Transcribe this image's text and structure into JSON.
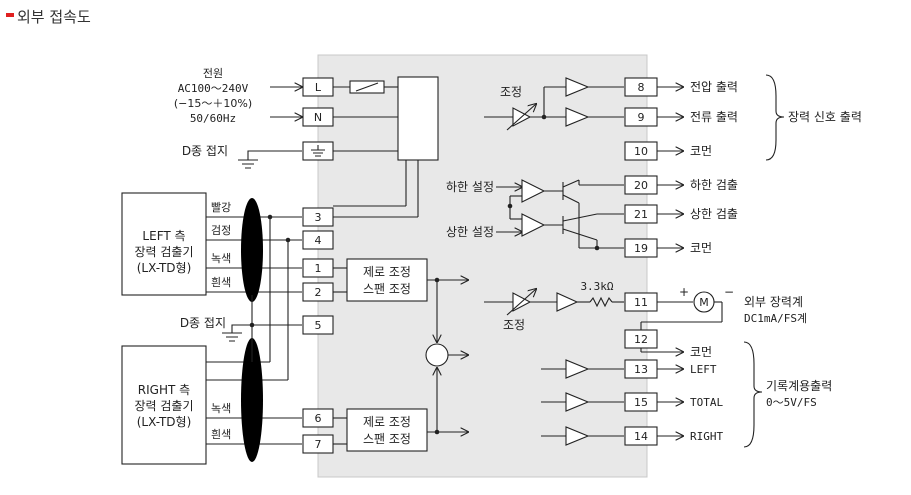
{
  "header": {
    "title": "외부 접속도"
  },
  "power": {
    "label": "전원",
    "voltage": "AC100〜240V",
    "tolerance": "(−15〜＋10%)",
    "frequency": "50/60Hz",
    "ground": "D종 접지"
  },
  "terminals": [
    "L",
    "N",
    "1",
    "2",
    "3",
    "4",
    "5",
    "6",
    "7",
    "8",
    "9",
    "10",
    "11",
    "12",
    "13",
    "14",
    "15",
    "19",
    "20",
    "21"
  ],
  "left_detector": {
    "line1": "LEFT 측",
    "line2": "장력 검출기",
    "line3": "(LX-TD형)"
  },
  "right_detector": {
    "line1": "RIGHT 측",
    "line2": "장력 검출기",
    "line3": "(LX-TD형)"
  },
  "wires": {
    "red": "빨강",
    "black": "검정",
    "green": "녹색",
    "white": "흰색"
  },
  "zero_span": {
    "zero": "제로 조정",
    "span": "스팬 조정"
  },
  "ground2": "D종 접지",
  "adjust": "조정",
  "outputs": {
    "voltage": "전압 출력",
    "current": "전류 출력",
    "common": "코먼",
    "tension_signal": "장력 신호 출력",
    "lower_detect": "하한 검출",
    "upper_detect": "상한 검출",
    "lower_set": "하한 설정",
    "upper_set": "상한 설정"
  },
  "meter": {
    "resistor": "3.3kΩ",
    "plus": "+",
    "minus": "−",
    "symbol": "M",
    "label": "외부 장력계",
    "spec": "DC1mA/FS계"
  },
  "record": {
    "common": "코먼",
    "left": "LEFT",
    "total": "TOTAL",
    "right": "RIGHT",
    "label": "기록계용출력",
    "range": "0〜5V/FS"
  }
}
